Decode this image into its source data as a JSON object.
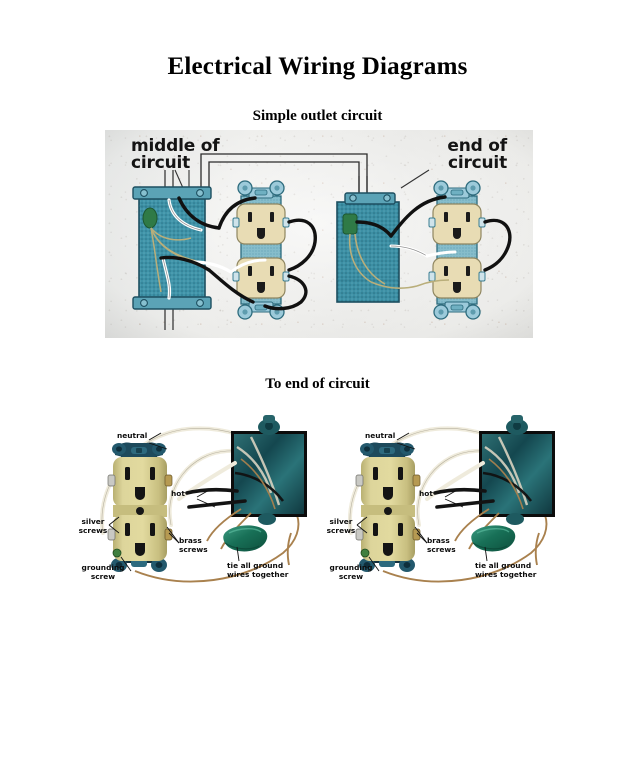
{
  "document": {
    "title": "Electrical Wiring Diagrams",
    "section_1_heading": "Simple outlet circuit",
    "section_2_heading": "To end of circuit"
  },
  "figure_1": {
    "caption": "Simple outlet circuit",
    "style": "hand-drawn scanned illustration on speckled paper",
    "labels": {
      "left": "middle of\ncircuit",
      "right": "end of\ncircuit"
    },
    "colors": {
      "box_fill": "#3f93a8",
      "box_fill_dark": "#2e7b90",
      "box_stroke": "#1d4f60",
      "outlet_face": "#e8dcb4",
      "outlet_strap": "#7cb6c6",
      "wire_black": "#111111",
      "wire_white": "#ffffff",
      "wire_ground": "#b9ae7a",
      "wire_nut_green": "#2f7a46",
      "paper": "#f2f2f0"
    },
    "components": [
      {
        "name": "middle-of-circuit-box",
        "type": "electrical-box",
        "outlets": 1,
        "wires": [
          "black",
          "white",
          "ground"
        ]
      },
      {
        "name": "end-of-circuit-box",
        "type": "electrical-box",
        "outlets": 1,
        "wires": [
          "black",
          "white",
          "ground"
        ]
      }
    ]
  },
  "figure_2": {
    "caption": "To end of circuit",
    "style": "photographic composite, two identical panels",
    "panels": [
      {
        "name": "left-panel",
        "labels": {
          "neutral": "neutral",
          "hot": "hot",
          "silver_screws": "silver\nscrews",
          "brass_screws": "brass\nscrews",
          "grounding_screw": "grounding\nscrew",
          "ground_tie": "tie all ground\nwires together"
        }
      },
      {
        "name": "right-panel",
        "labels": {
          "neutral": "neutral",
          "hot": "hot",
          "silver_screws": "silver\nscrews",
          "brass_screws": "brass\nscrews",
          "grounding_screw": "grounding\nscrew",
          "ground_tie": "tie all ground\nwires together"
        }
      }
    ],
    "colors": {
      "receptacle_ivory": "#d9d196",
      "receptacle_ivory_shade": "#bdb478",
      "strap_teal": "#1d4a5c",
      "box_teal": "#235f64",
      "box_teal_dark": "#16424a",
      "wire_nut_green": "#1f7a63",
      "wire_black": "#131313",
      "wire_white": "#f2efe4",
      "wire_copper": "#a9814e"
    }
  }
}
